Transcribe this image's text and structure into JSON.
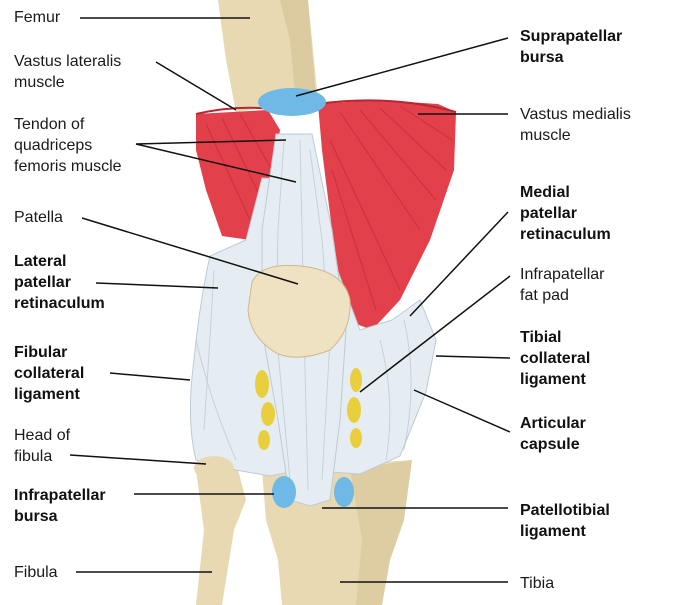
{
  "colors": {
    "bone": "#e9d9b3",
    "bone_shadow": "#cdb88c",
    "muscle": "#e2404a",
    "muscle_dark": "#b72633",
    "ligament": "#e6edf2",
    "ligament_shadow": "#bccbd6",
    "bursa": "#6fb9e6",
    "fat": "#e9cf3e",
    "patella": "#efe2c2",
    "leader": "#111111"
  },
  "labels": {
    "femur": "Femur",
    "vastus_lateralis": "Vastus lateralis\nmuscle",
    "quad_tendon": "Tendon of\nquadriceps\nfemoris muscle",
    "patella": "Patella",
    "lateral_retinaculum": "Lateral\npatellar\nretinaculum",
    "fibular_collateral": "Fibular\ncollateral\nligament",
    "head_of_fibula": "Head of\nfibula",
    "infrapatellar_bursa": "Infrapatellar\nbursa",
    "fibula": "Fibula",
    "suprapatellar_bursa": "Suprapatellar\nbursa",
    "vastus_medialis": "Vastus medialis\nmuscle",
    "medial_retinaculum": "Medial\npatellar\nretinaculum",
    "infrapatellar_fat_pad": "Infrapatellar\nfat pad",
    "tibial_collateral": "Tibial\ncollateral\nligament",
    "articular_capsule": "Articular\ncapsule",
    "patellotibial": "Patellotibial\nligament",
    "tibia": "Tibia"
  }
}
